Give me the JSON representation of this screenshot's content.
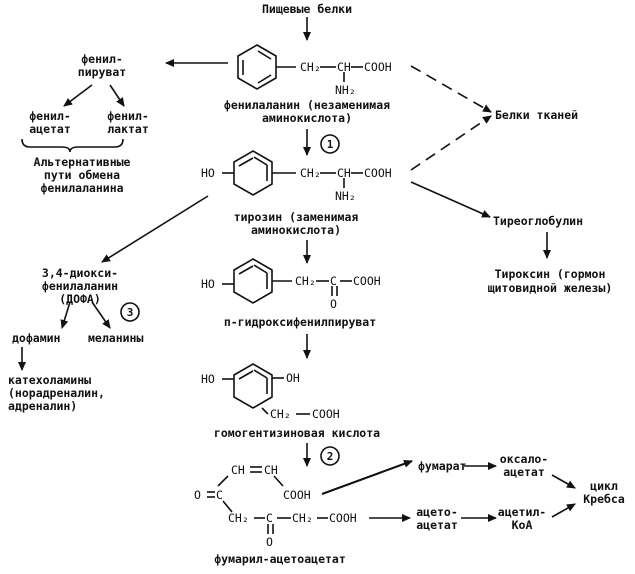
{
  "top": {
    "food_proteins": "Пищевые белки"
  },
  "left_branch": {
    "phenylpyruvate_1": "фенил-",
    "phenylpyruvate_2": "пируват",
    "phenylacetate_1": "фенил-",
    "phenylacetate_2": "ацетат",
    "phenyllactate_1": "фенил-",
    "phenyllactate_2": "лактат",
    "alt_path_1": "Альтернативные",
    "alt_path_2": "пути обмена",
    "alt_path_3": "фенилаланина"
  },
  "phenylalanine": {
    "ch2": "CH₂",
    "ch": "CH",
    "cooh": "COOH",
    "nh2": "NH₂",
    "label_1": "фенилаланин (незаменимая",
    "label_2": "аминокислота)"
  },
  "tyrosine": {
    "ho": "HO",
    "ch2": "CH₂",
    "ch": "CH",
    "cooh": "COOH",
    "nh2": "NH₂",
    "label_1": "тирозин (заменимая",
    "label_2": "аминокислота)"
  },
  "right_branch": {
    "tissue_proteins": "Белки тканей",
    "thyroglobulin": "Тиреоглобулин",
    "thyroxine_1": "Тироксин (гормон",
    "thyroxine_2": "щитовидной железы)"
  },
  "dopa_branch": {
    "dopa_1": "3,4-диокси-",
    "dopa_2": "фенилаланин",
    "dopa_3": "(ДОФА)",
    "dopamine": "дофамин",
    "melanins": "меланины",
    "catecholamines_1": "катехоламины",
    "catecholamines_2": "(норадреналин,",
    "catecholamines_3": "адреналин)"
  },
  "hpp": {
    "ho": "HO",
    "ch2": "CH₂",
    "c": "C",
    "cooh": "COOH",
    "o": "O",
    "label": "п-гидроксифенилпируват"
  },
  "homogentisate": {
    "ho_left": "HO",
    "oh_right": "OH",
    "ch2": "CH₂",
    "cooh": "COOH",
    "label": "гомогентизиновая кислота"
  },
  "fumarylacetoacetate": {
    "ch_left": "CH",
    "ch_right": "CH",
    "o": "O",
    "c": "C",
    "cooh_top": "COOH",
    "ch2_left": "CH₂",
    "c_mid": "C",
    "ch2_right": "CH₂",
    "cooh_right": "COOH",
    "o_bottom": "O",
    "label": "фумарил-ацетоацетат"
  },
  "krebs_branch": {
    "fumarate": "фумарат",
    "oxaloacetate_1": "оксало-",
    "oxaloacetate_2": "ацетат",
    "acetoacetate_1": "ацето-",
    "acetoacetate_2": "ацетат",
    "acetylcoa_1": "ацетил-",
    "acetylcoa_2": "КоА",
    "krebs_1": "цикл",
    "krebs_2": "Кребса"
  },
  "markers": {
    "m1": "1",
    "m2": "2",
    "m3": "3"
  }
}
